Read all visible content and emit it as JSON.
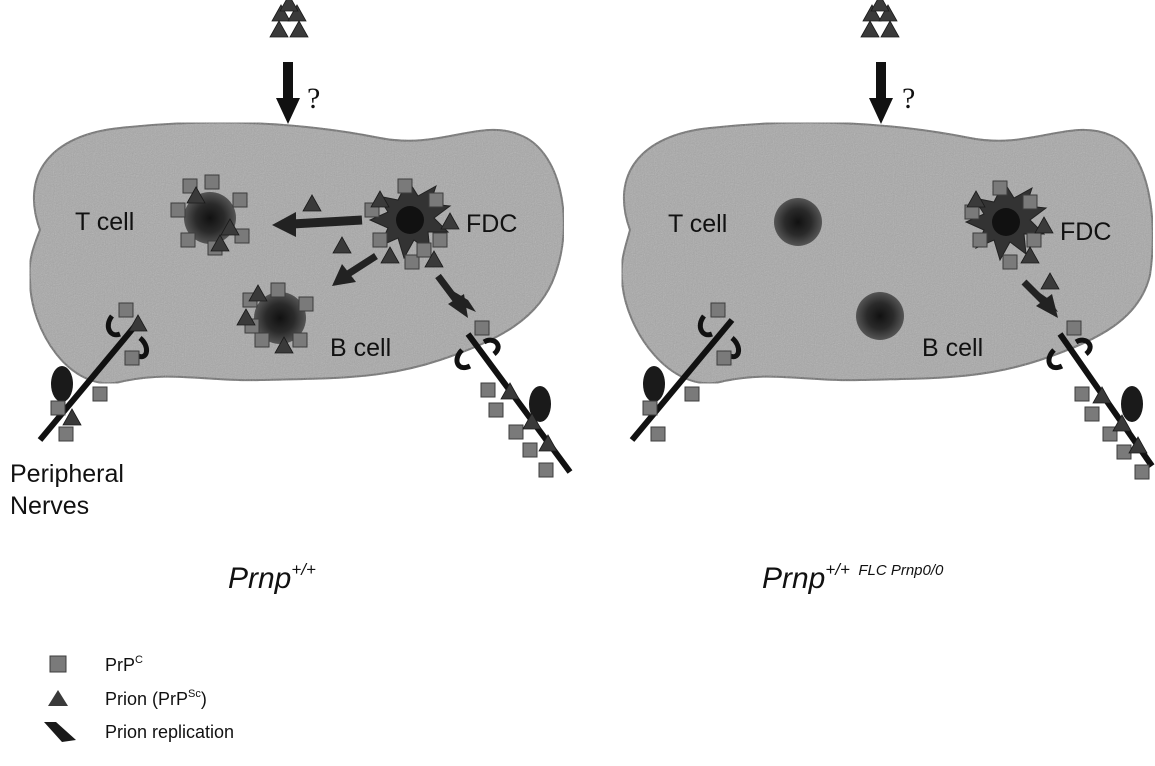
{
  "left_panel": {
    "t_cell_label": "T cell",
    "fdc_label": "FDC",
    "b_cell_label": "B cell",
    "question_mark": "?",
    "nerves_label_line1": "Peripheral",
    "nerves_label_line2": "Nerves",
    "caption_main": "Prnp",
    "caption_super": "+/+"
  },
  "right_panel": {
    "t_cell_label": "T cell",
    "fdc_label": "FDC",
    "b_cell_label": "B cell",
    "question_mark": "?",
    "caption_main": "Prnp",
    "caption_super": "+/+",
    "caption_super2": "FLC Prnp0/0"
  },
  "legend": {
    "prpc": {
      "text": "PrP",
      "super": "C",
      "icon": "square-icon"
    },
    "prion": {
      "text": "Prion (PrP",
      "super": "Sc",
      "text_end": ")",
      "icon": "triangle-icon"
    },
    "replication": {
      "text": "Prion replication",
      "icon": "replication-icon"
    }
  },
  "colors": {
    "organ_fill": "#a8a8a8",
    "square_fill": "#7a7a7a",
    "triangle_fill": "#3a3a3a",
    "cell_dark": "#2e2e2e",
    "ink": "#111111"
  }
}
